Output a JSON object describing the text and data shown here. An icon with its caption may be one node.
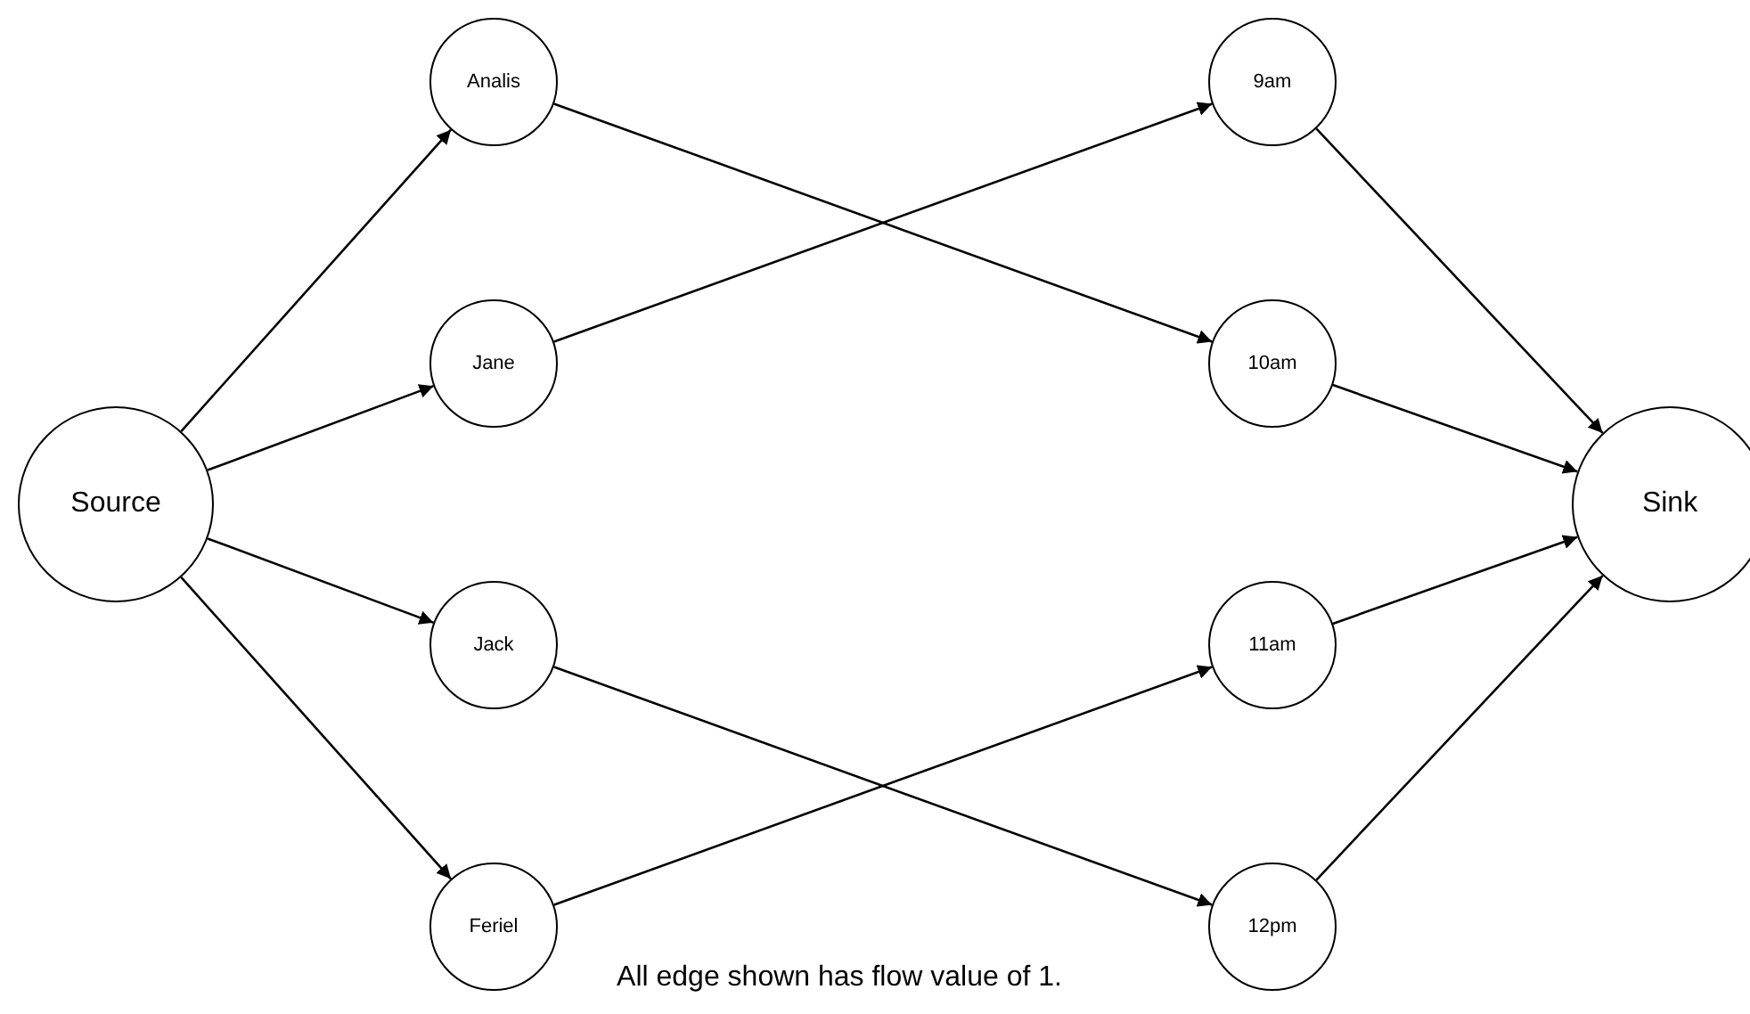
{
  "diagram": {
    "caption": "All edge shown has flow value of 1.",
    "nodes": [
      {
        "text": [
          "Source"
        ]
      },
      {
        "text": [
          "Analis"
        ]
      },
      {
        "text": [
          "Jane"
        ]
      },
      {
        "text": [
          "Jack"
        ]
      },
      {
        "text": [
          "Feriel"
        ]
      },
      {
        "text": [
          "9am"
        ]
      },
      {
        "text": [
          "10am"
        ]
      },
      {
        "text": [
          "11am"
        ]
      },
      {
        "text": [
          "12pm"
        ]
      },
      {
        "text": [
          "Sink"
        ]
      }
    ],
    "edges": [
      {
        "from": 0,
        "to": 1,
        "arrow": "to"
      },
      {
        "from": 0,
        "to": 2,
        "arrow": "to"
      },
      {
        "from": 0,
        "to": 3,
        "arrow": "to"
      },
      {
        "from": 0,
        "to": 4,
        "arrow": "to"
      },
      {
        "from": 1,
        "to": 6,
        "arrow": "to"
      },
      {
        "from": 2,
        "to": 5,
        "arrow": "to"
      },
      {
        "from": 3,
        "to": 8,
        "arrow": "to"
      },
      {
        "from": 4,
        "to": 7,
        "arrow": "to"
      },
      {
        "from": 5,
        "to": 9,
        "arrow": "to"
      },
      {
        "from": 6,
        "to": 9,
        "arrow": "to"
      },
      {
        "from": 7,
        "to": 9,
        "arrow": "to"
      },
      {
        "from": 8,
        "to": 9,
        "arrow": "to"
      }
    ]
  }
}
